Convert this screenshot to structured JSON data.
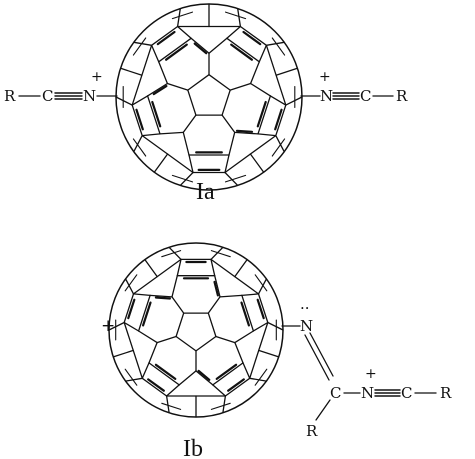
{
  "structures": [
    {
      "id": "Ia",
      "caption": "Ia",
      "left_chain": {
        "r": "R",
        "c": "C",
        "n": "N",
        "charge": "+"
      },
      "right_chain": {
        "r": "R",
        "c": "C",
        "n": "N",
        "charge": "+"
      }
    },
    {
      "id": "Ib",
      "caption": "Ib",
      "cage_charge": "+",
      "imine_n": "N",
      "lone_pair": "··",
      "central_c": "C",
      "substituent_r": "R",
      "nitrilium": {
        "n": "N",
        "charge": "+",
        "c": "C",
        "r": "R"
      }
    }
  ]
}
